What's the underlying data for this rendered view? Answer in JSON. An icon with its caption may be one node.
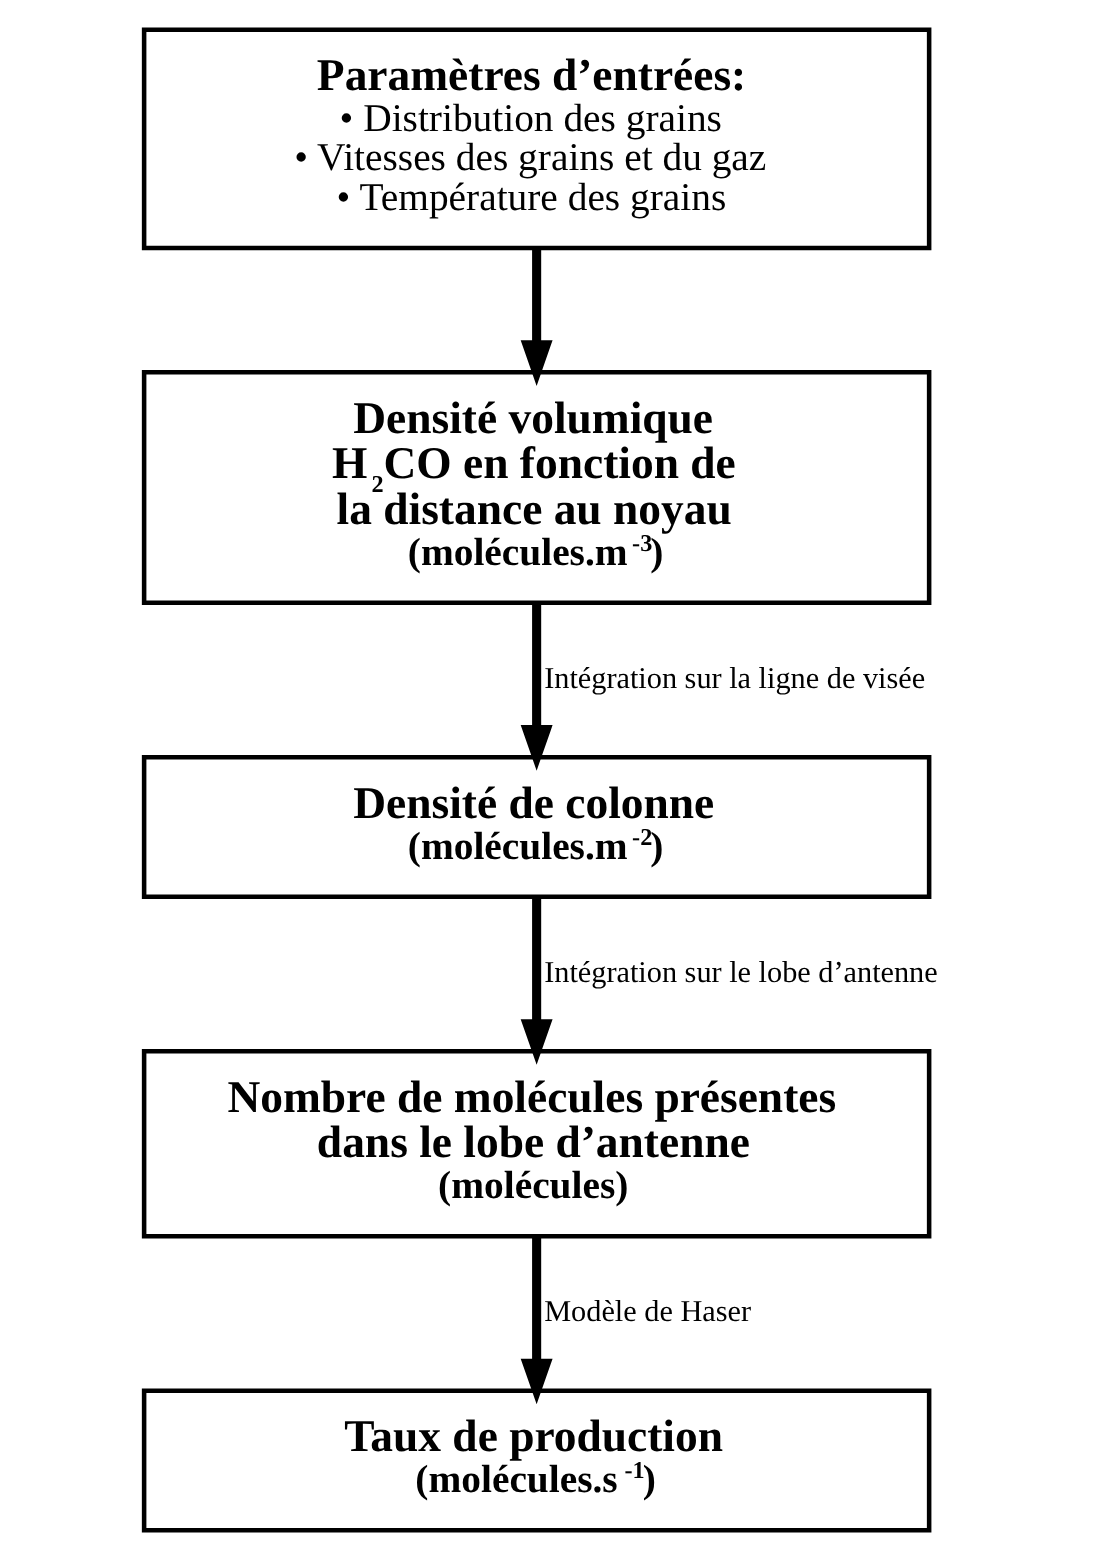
{
  "diagram": {
    "nodes": [
      {
        "text": [
          "Paramètres d’entrées:",
          "• Distribution des grains",
          "• Vitesses des grains et du gaz",
          "• Température des grains"
        ]
      },
      {
        "text": [
          "Densité volumique H$_{2}$CO en fonction de la distance au noyau",
          "(molécules.m$^{-3}$)"
        ]
      },
      {
        "text": [
          "Densité de colonne",
          "(molécules.m$^{-2}$)"
        ]
      },
      {
        "text": [
          "Nombre de molécules présentes dans le lobe d’antenne",
          "(molécules)"
        ]
      },
      {
        "text": [
          "Taux de production",
          "(molécules.s$^{-1}$)"
        ]
      }
    ],
    "edges": [
      {
        "from": 0,
        "to": 1,
        "arrow": "to"
      },
      {
        "from": 1,
        "to": 2,
        "arrow": "to",
        "label": "Intégration sur la ligne de visée"
      },
      {
        "from": 2,
        "to": 3,
        "arrow": "to",
        "label": "Intégration sur le lobe d’antenne"
      },
      {
        "from": 3,
        "to": 4,
        "arrow": "to",
        "label": "Modèle de Haser"
      }
    ]
  }
}
